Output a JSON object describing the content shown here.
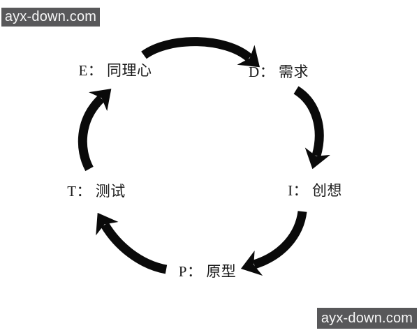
{
  "watermarks": {
    "top_left": "ayx-down.com",
    "bottom_right": "ayx-down.com"
  },
  "diagram": {
    "name": "design-thinking-cycle",
    "nodes": [
      {
        "id": "empathize",
        "label": "E： 同理心"
      },
      {
        "id": "define",
        "label": "D： 需求"
      },
      {
        "id": "ideate",
        "label": "I： 创想"
      },
      {
        "id": "prototype",
        "label": "P： 原型"
      },
      {
        "id": "test",
        "label": "T： 测试"
      }
    ],
    "flow_order": [
      "empathize",
      "define",
      "ideate",
      "prototype",
      "test"
    ],
    "flow_direction": "clockwise",
    "colors": {
      "arrow": "#0a0a0a",
      "label_text": "#1a1a1a",
      "background": "#ffffff",
      "watermark_bg": "#58585a",
      "watermark_fg": "#f7f7f7"
    }
  }
}
